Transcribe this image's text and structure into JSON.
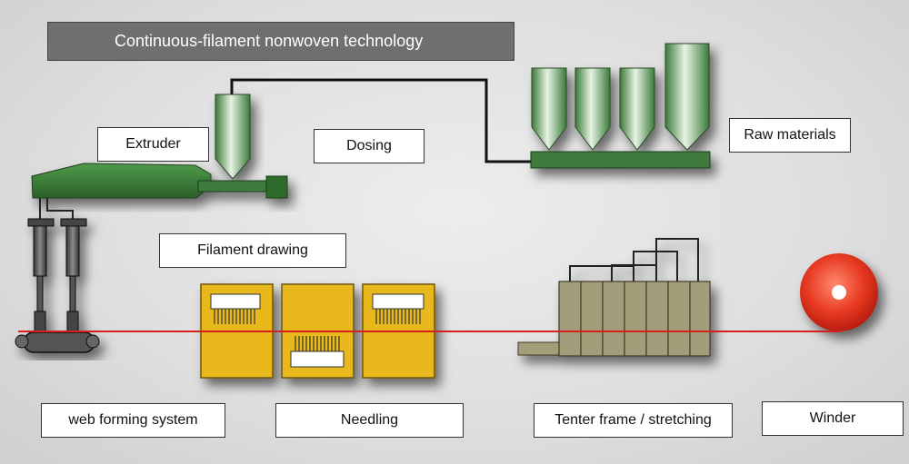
{
  "title": "Continuous-filament nonwoven technology",
  "labels": {
    "extruder": "Extruder",
    "dosing": "Dosing",
    "raw_materials": "Raw materials",
    "filament_drawing": "Filament drawing",
    "web_forming": "web forming system",
    "needling": "Needling",
    "tenter": "Tenter frame / stretching",
    "winder": "Winder"
  },
  "colors": {
    "machine_green": "#3f7a3c",
    "needling_yellow": "#e8b81c",
    "tenter_khaki": "#a39e7a",
    "web_line": "#d62020",
    "winder_red": "#e83020"
  }
}
